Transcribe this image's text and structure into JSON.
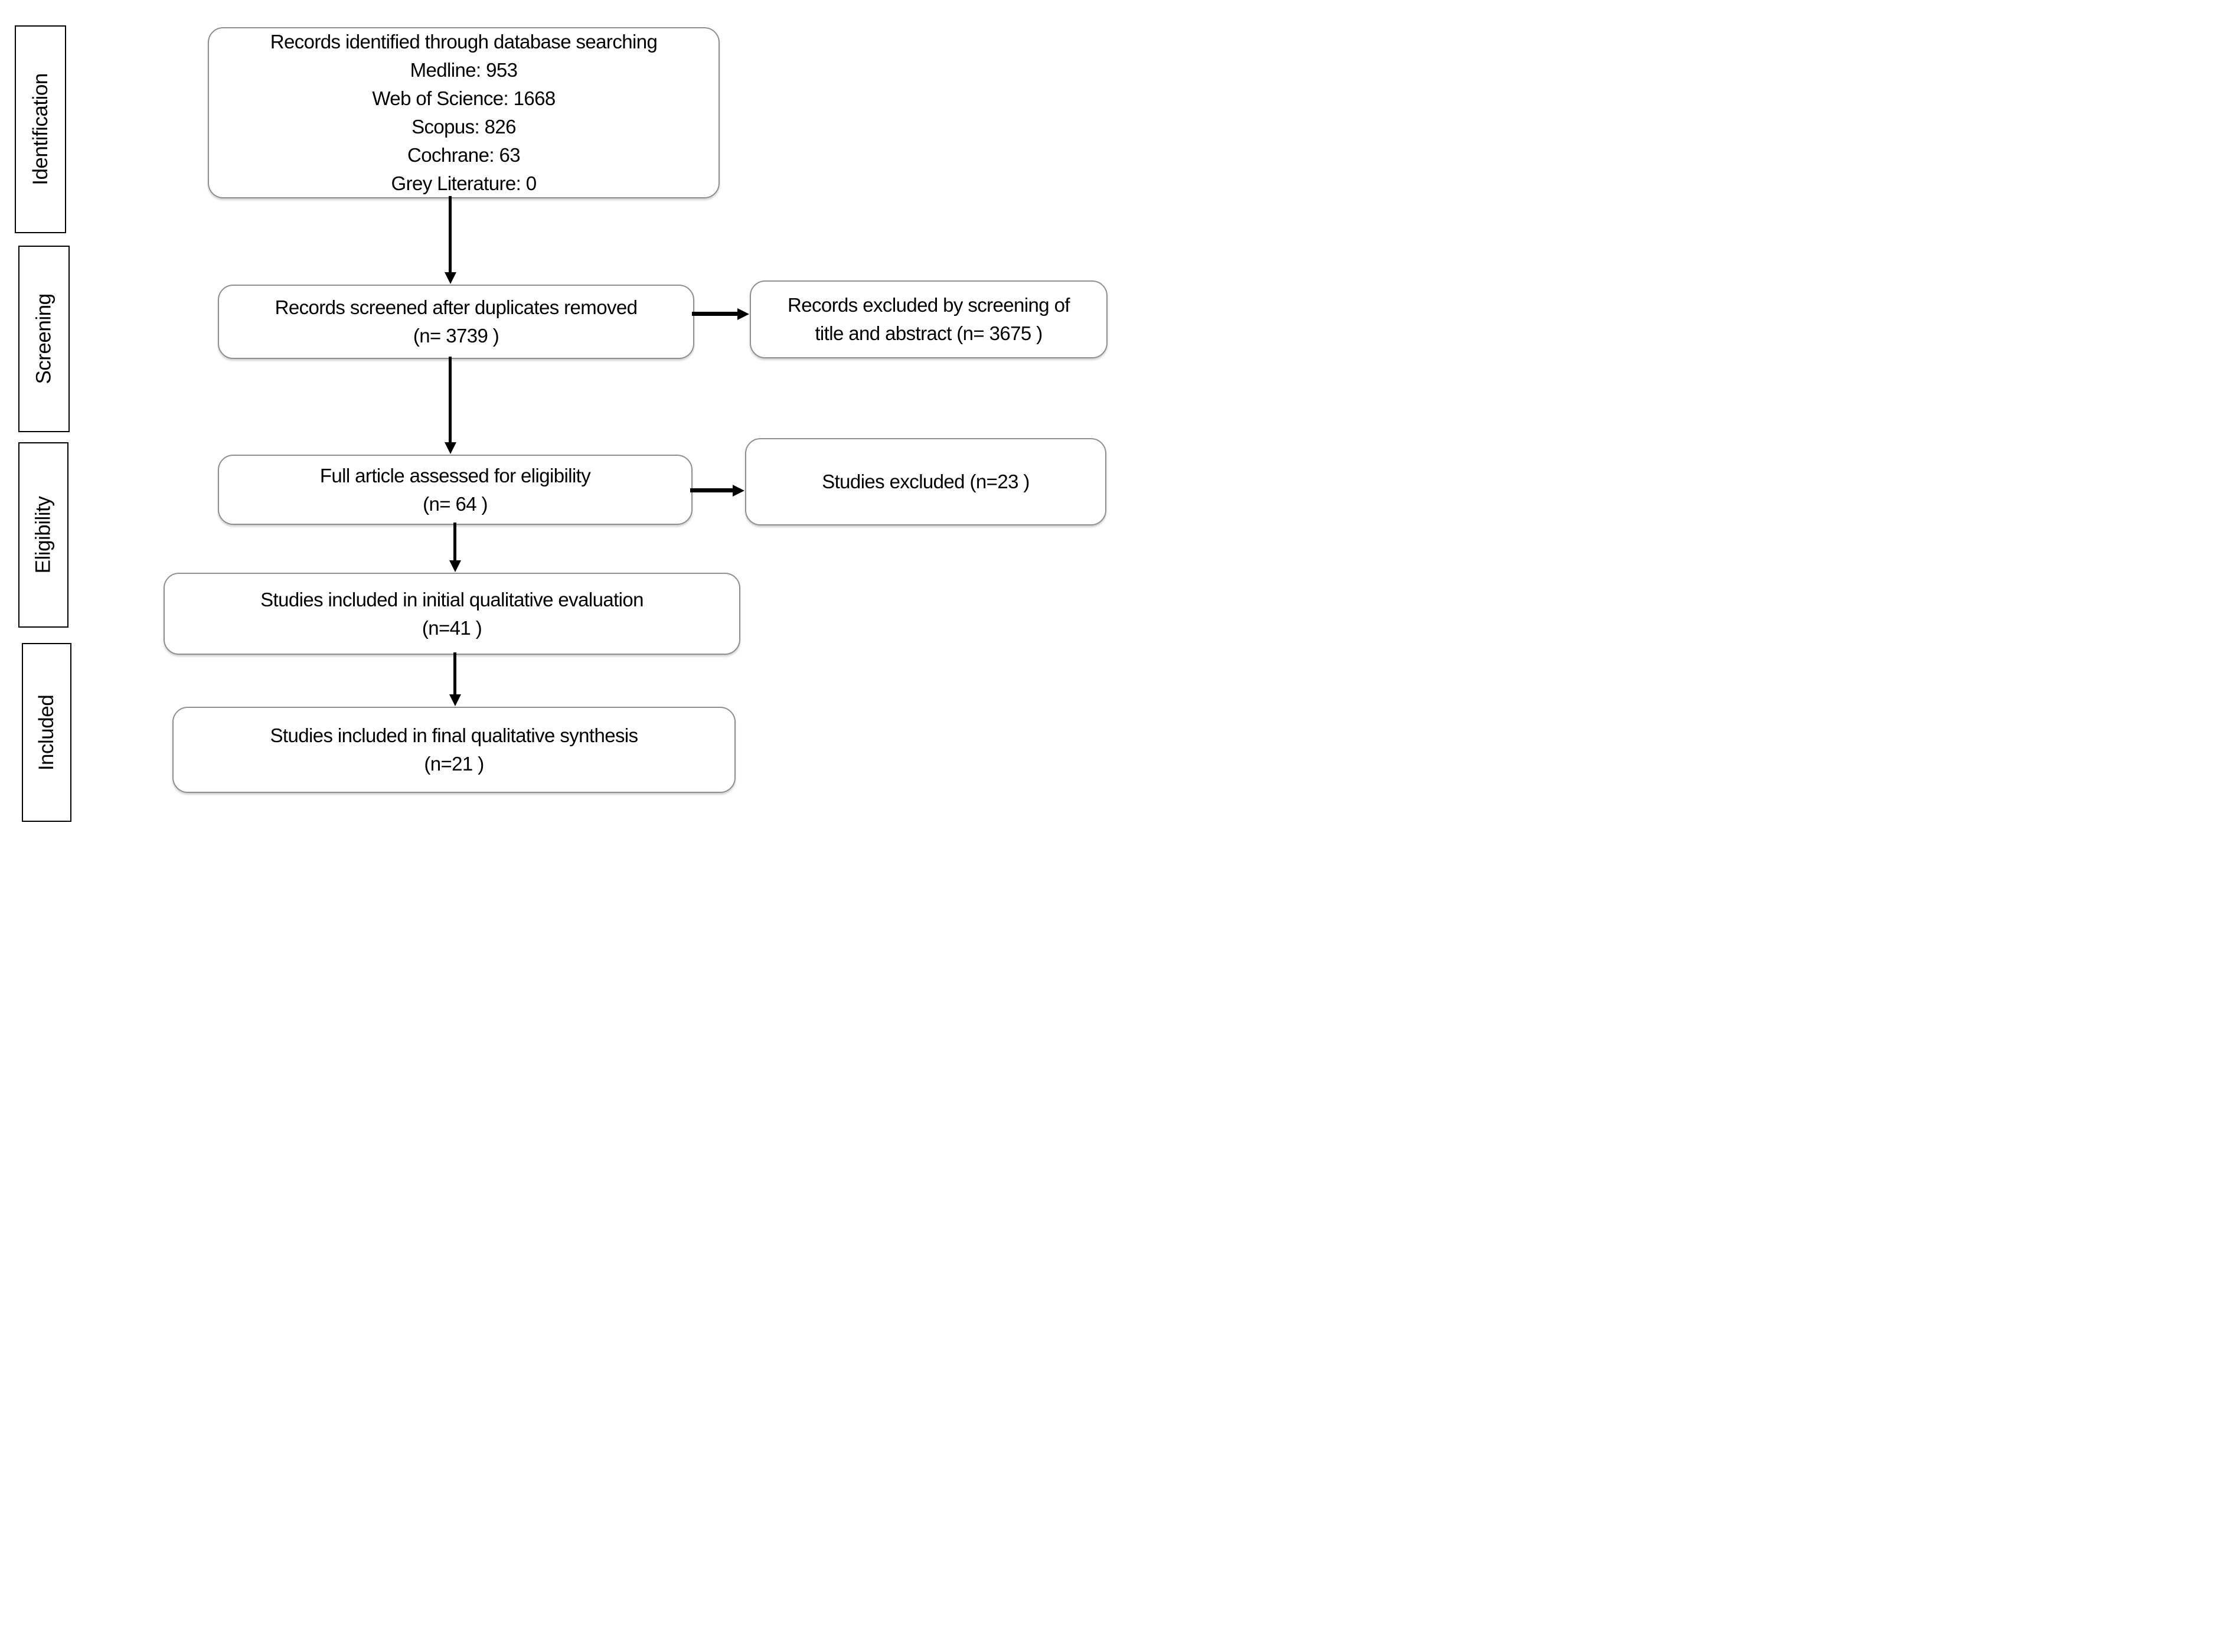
{
  "diagram": {
    "title": "PRISMA study selection flow diagram",
    "colors": {
      "background": "#ffffff",
      "flow_box_border": "#8f8f8f",
      "stage_box_border": "#000000",
      "arrow": "#000000",
      "text": "#000000"
    },
    "stage_labels": [
      {
        "label": "Identification"
      },
      {
        "label": "Screening"
      },
      {
        "label": "Eligibility"
      },
      {
        "label": "Included"
      }
    ],
    "boxes": {
      "identified": {
        "lines": [
          "Records identified through database searching",
          "Medline: 953",
          "Web of Science: 1668",
          "Scopus: 826",
          "Cochrane: 63",
          "Grey Literature: 0"
        ]
      },
      "screened": {
        "lines": [
          "Records screened after duplicates removed",
          "(n= 3739 )"
        ]
      },
      "excluded_screening": {
        "lines": [
          "Records excluded by screening of",
          "title and abstract (n= 3675 )"
        ]
      },
      "full_article": {
        "lines": [
          "Full article assessed for eligibility",
          "(n= 64 )"
        ]
      },
      "studies_excluded": {
        "lines": [
          "Studies excluded (n=23 )"
        ]
      },
      "initial_qualitative": {
        "lines": [
          "Studies included in initial qualitative evaluation",
          "(n=41 )"
        ]
      },
      "final_qualitative": {
        "lines": [
          "Studies included in final qualitative synthesis",
          "(n=21 )"
        ]
      }
    }
  }
}
